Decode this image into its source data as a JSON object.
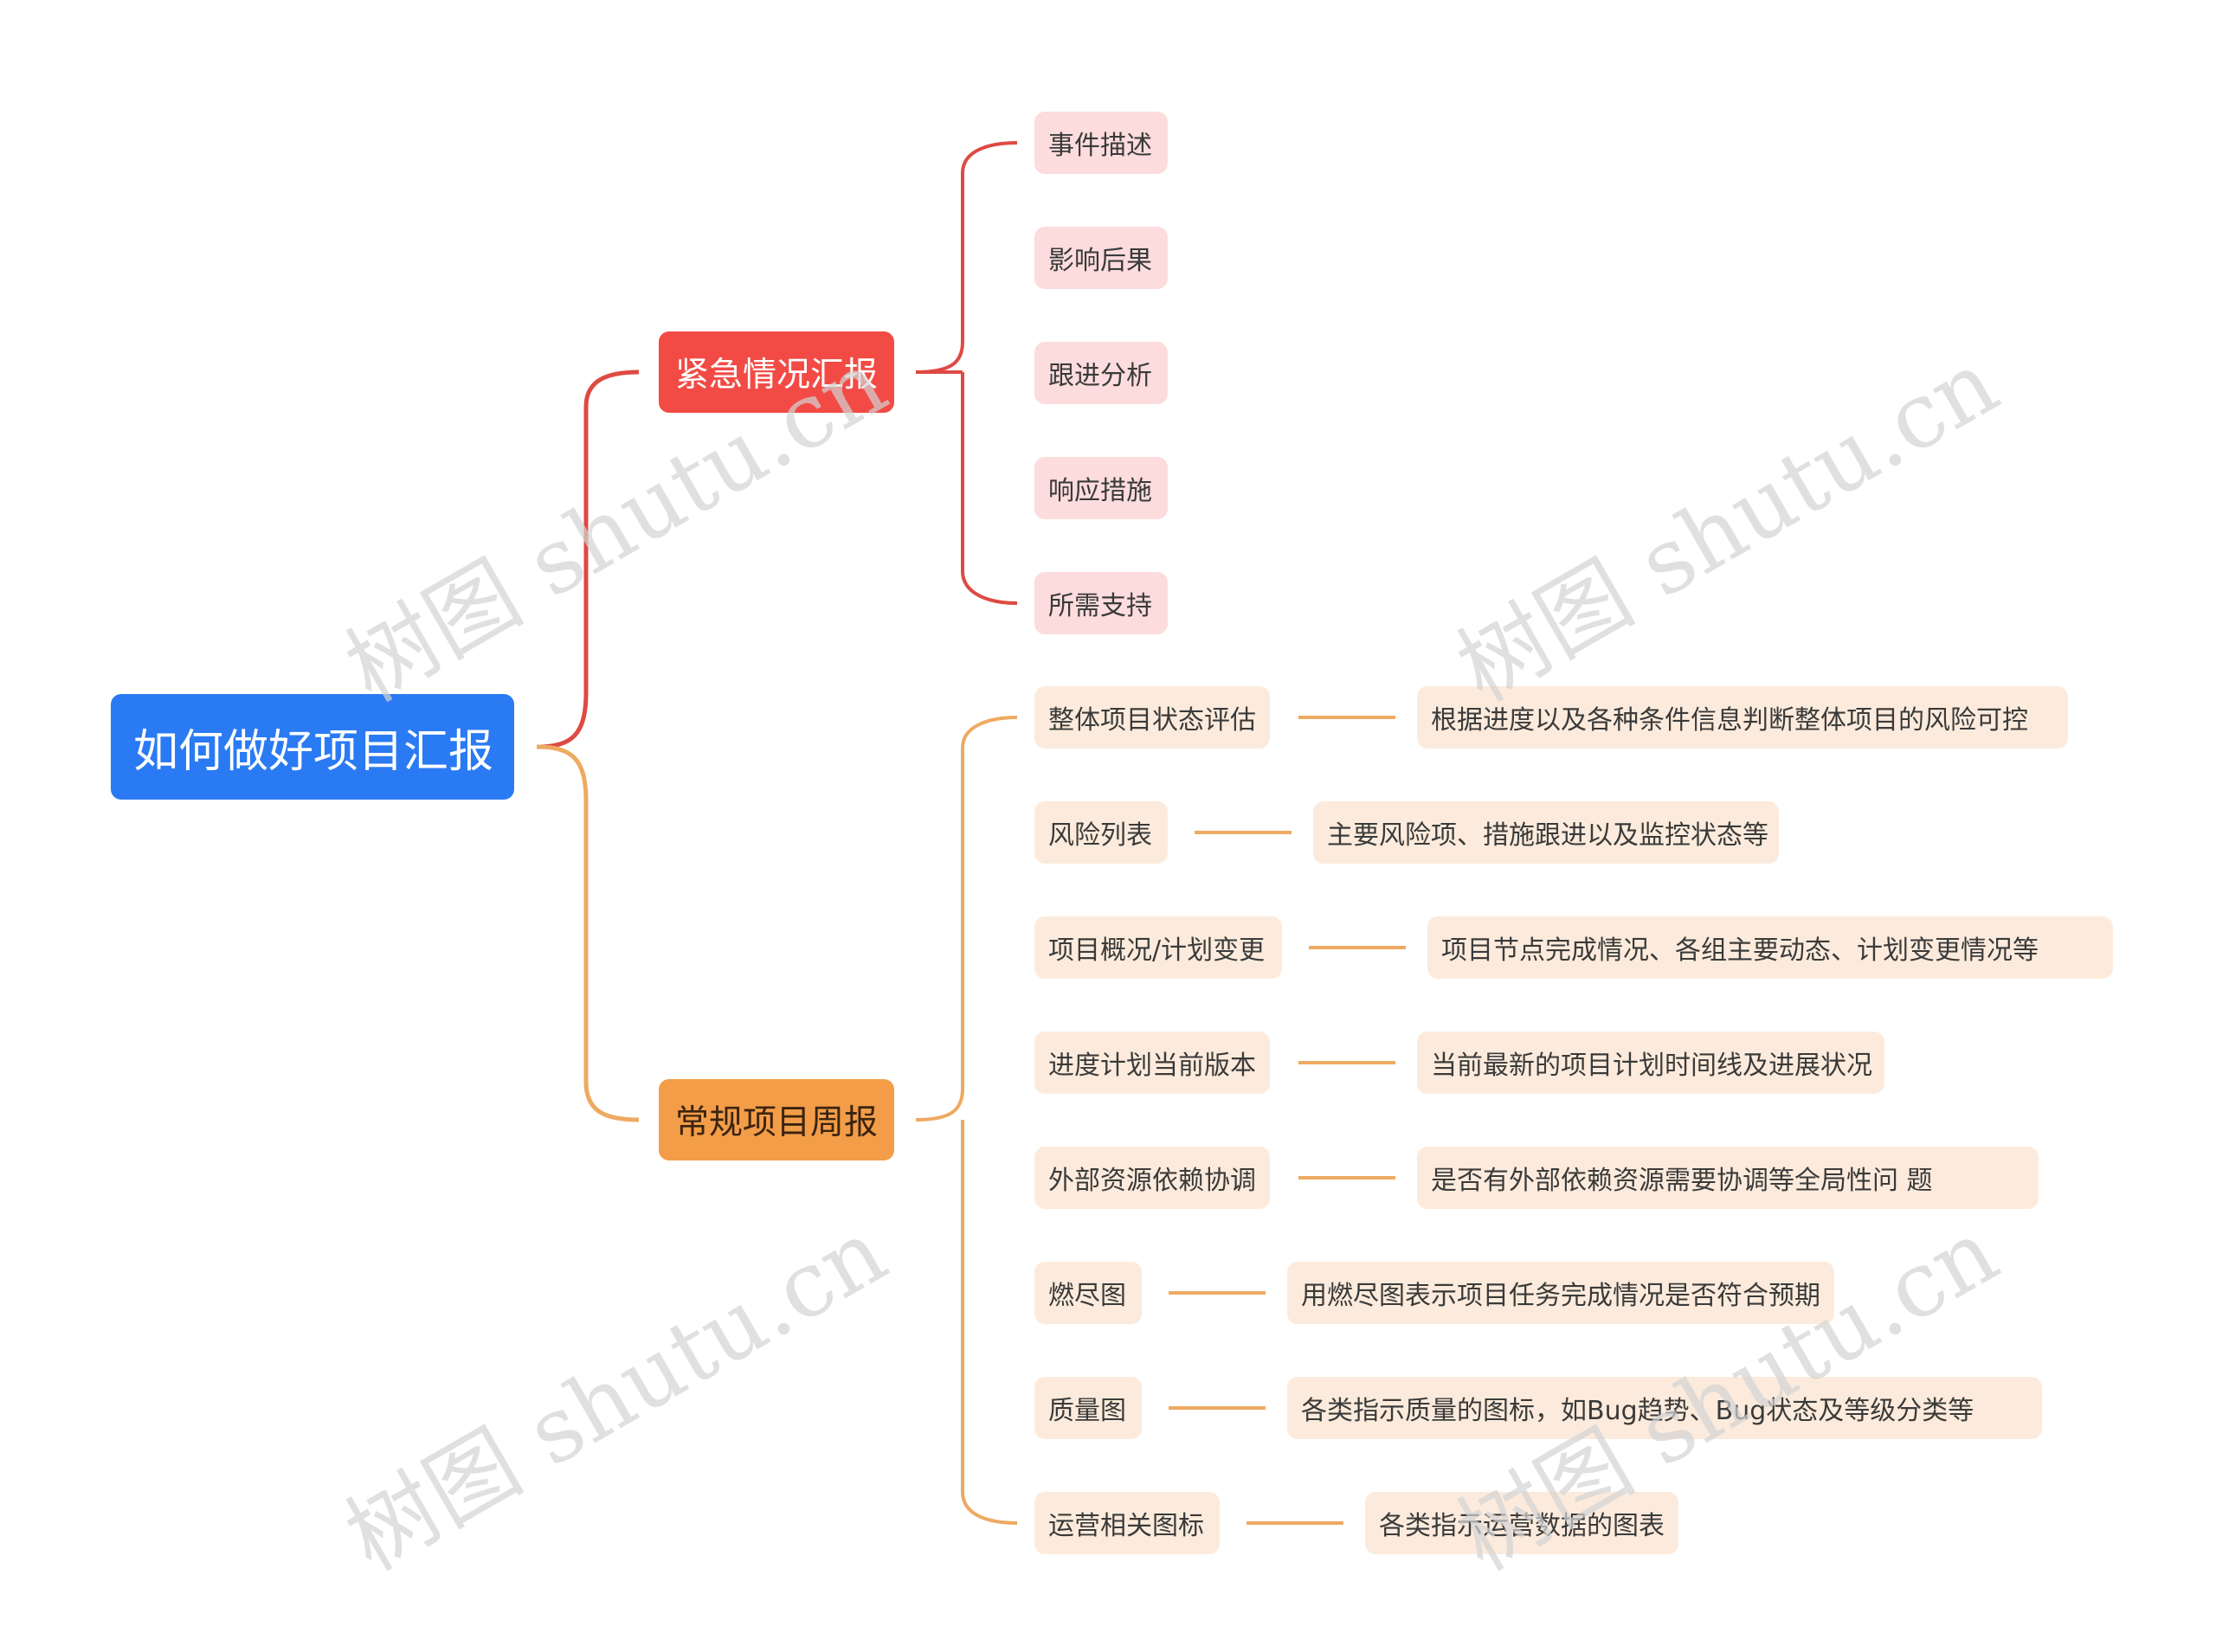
{
  "root": {
    "label": "如何做好项目汇报"
  },
  "branches": {
    "urgent": {
      "label": "紧急情况汇报",
      "items": [
        "事件描述",
        "影响后果",
        "跟进分析",
        "响应措施",
        "所需支持"
      ]
    },
    "weekly": {
      "label": "常规项目周报",
      "items": [
        {
          "label": "整体项目状态评估",
          "detail": "根据进度以及各种条件信息判断整体项目的风险可控"
        },
        {
          "label": "风险列表",
          "detail": "主要风险项、措施跟进以及监控状态等"
        },
        {
          "label": "项目概况/计划变更",
          "detail": "项目节点完成情况、各组主要动态、计划变更情况等"
        },
        {
          "label": "进度计划当前版本",
          "detail": "当前最新的项目计划时间线及进展状况"
        },
        {
          "label": "外部资源依赖协调",
          "detail": "是否有外部依赖资源需要协调等全局性问 题"
        },
        {
          "label": "燃尽图",
          "detail": "用燃尽图表示项目任务完成情况是否符合预期"
        },
        {
          "label": "质量图",
          "detail": "各类指示质量的图标，如Bug趋势、Bug状态及等级分类等"
        },
        {
          "label": "运营相关图标",
          "detail": "各类指示运营数据的图表"
        }
      ]
    }
  },
  "watermark": "树图 shutu.cn",
  "colors": {
    "root": "#2a7af3",
    "urgent": "#f24b45",
    "urgent_line": "#de4a43",
    "weekly": "#f39d48",
    "weekly_line": "#eeaa62",
    "urgent_leaf_bg": "#fcdcdc",
    "weekly_leaf_bg": "#fcebdc"
  }
}
